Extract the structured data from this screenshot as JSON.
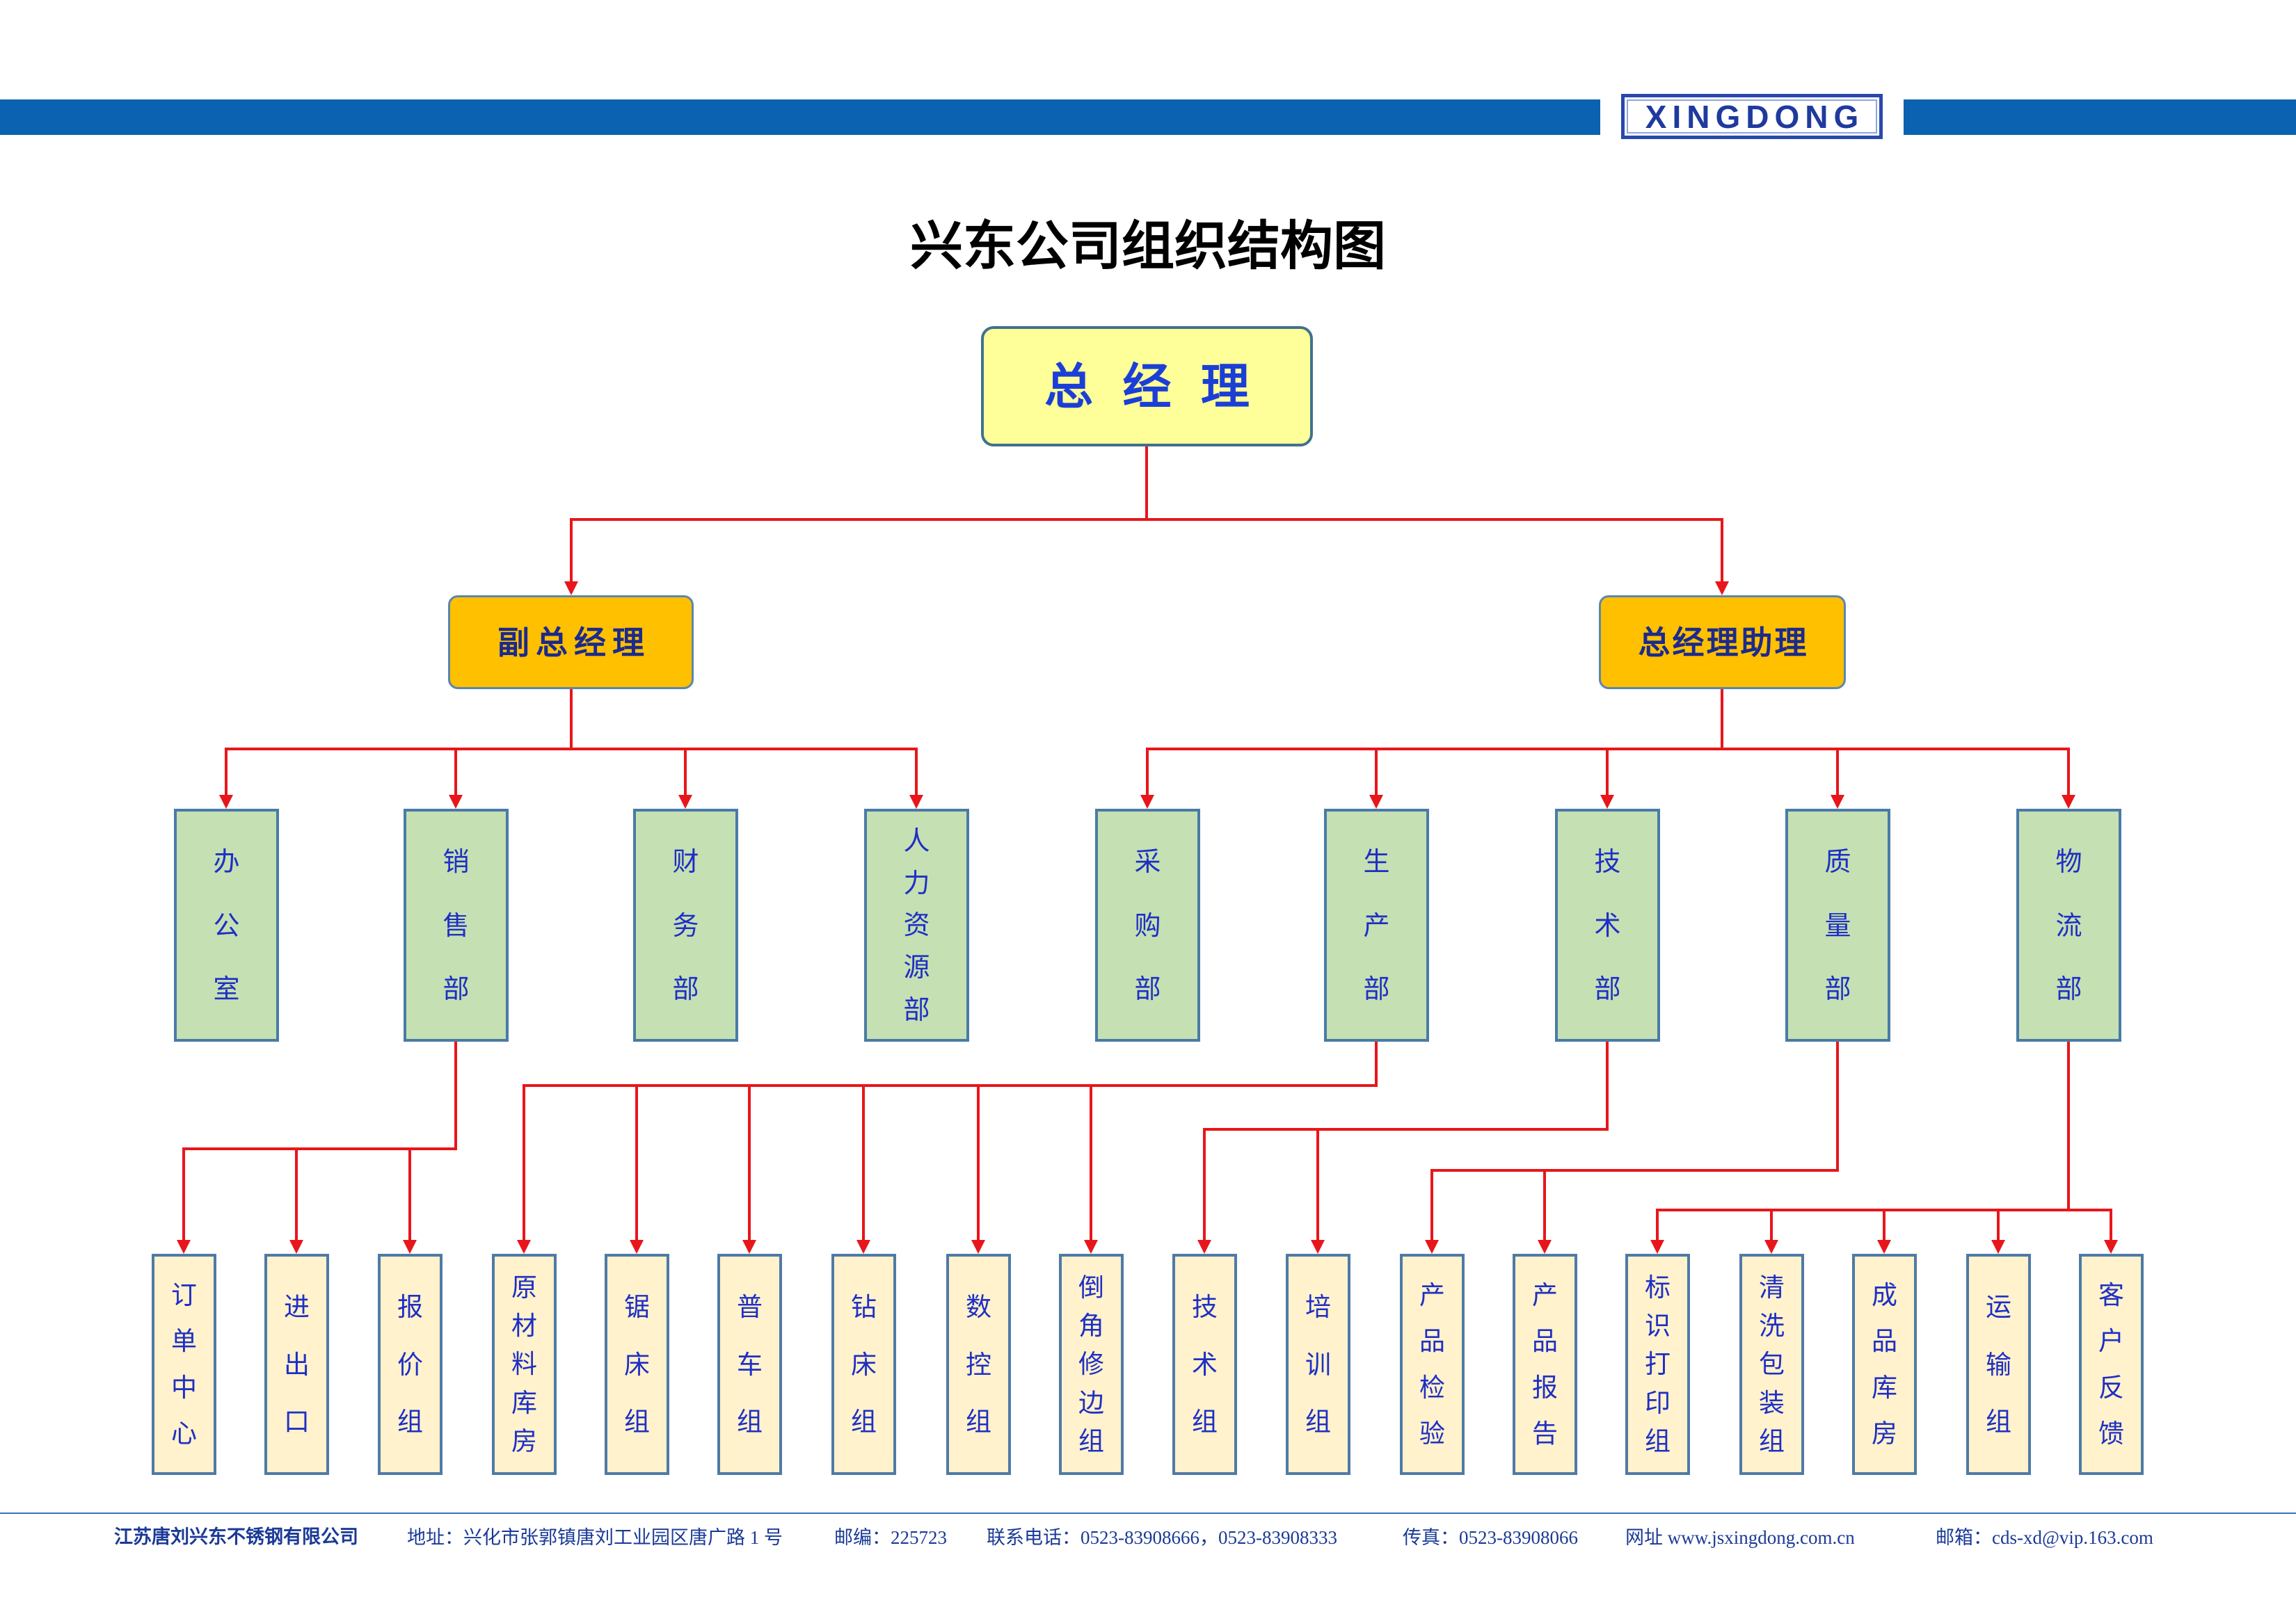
{
  "header": {
    "logo_text": "XINGDONG"
  },
  "title": "兴东公司组织结构图",
  "org": {
    "label": "总 经 理",
    "children": [
      {
        "label": "副总经理",
        "children": [
          {
            "label": "办公室"
          },
          {
            "label": "销售部",
            "children": [
              {
                "label": "订单中心"
              },
              {
                "label": "进出口"
              },
              {
                "label": "报价组"
              }
            ]
          },
          {
            "label": "财务部"
          },
          {
            "label": "人力资源部"
          }
        ]
      },
      {
        "label": "总经理助理",
        "children": [
          {
            "label": "采购部"
          },
          {
            "label": "生产部",
            "children": [
              {
                "label": "原材料库房"
              },
              {
                "label": "锯床组"
              },
              {
                "label": "普车组"
              },
              {
                "label": "钻床组"
              },
              {
                "label": "数控组"
              },
              {
                "label": "倒角修边组"
              }
            ]
          },
          {
            "label": "技术部",
            "children": [
              {
                "label": "技术组"
              },
              {
                "label": "培训组"
              }
            ]
          },
          {
            "label": "质量部",
            "children": [
              {
                "label": "产品检验"
              },
              {
                "label": "产品报告"
              }
            ]
          },
          {
            "label": "物流部",
            "children": [
              {
                "label": "标识打印组"
              },
              {
                "label": "清洗包装组"
              },
              {
                "label": "成品库房"
              },
              {
                "label": "运输组"
              },
              {
                "label": "客户反馈"
              }
            ]
          }
        ]
      }
    ]
  },
  "footer": {
    "company": "江苏唐刘兴东不锈钢有限公司",
    "address": "地址：兴化市张郭镇唐刘工业园区唐广路 1 号",
    "postcode": "邮编：225723",
    "phone": "联系电话：0523-83908666，0523-83908333",
    "fax": "传真：0523-83908066",
    "website": "网址 www.jsxingdong.com.cn",
    "email": "邮箱：cds-xd@vip.163.com"
  },
  "colors": {
    "brand_blue": "#0a62b0",
    "connector_red": "#e8161b",
    "top_node_fill": "#ffff99",
    "deputy_node_fill": "#ffc000",
    "department_node_fill": "#c5e0b3",
    "group_node_fill": "#fff2cc",
    "node_text_blue": "#1f2fc4"
  }
}
